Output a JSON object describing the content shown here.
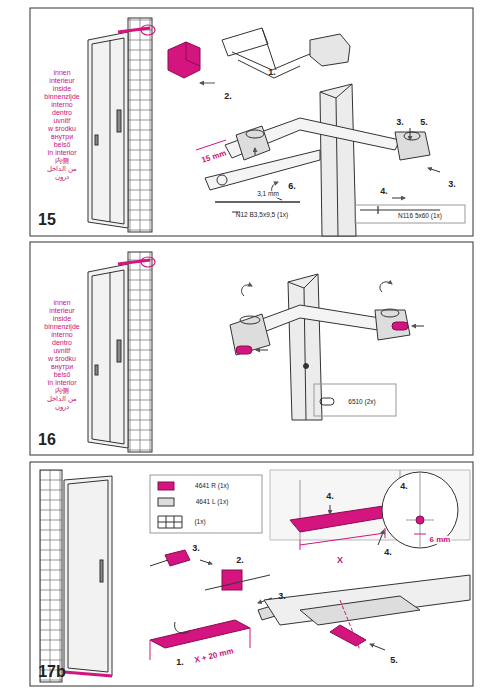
{
  "diagram": {
    "labels": [
      "innen",
      "interieur",
      "inside",
      "binnenzijde",
      "interno",
      "dentro",
      "uvnitř",
      "w środku",
      "внутри",
      "belső",
      "în interior",
      "内侧",
      "من الداخل",
      "درون",
      "15",
      "1.",
      "2.",
      "3.",
      "5.",
      "15 mm",
      "4.",
      "3.",
      "6.",
      "3,1 mm",
      "N12 B3,5x9,5 (1x)",
      "N116 5x60 (1x)",
      "innen",
      "interieur",
      "inside",
      "binnenzijde",
      "interno",
      "dentro",
      "uvnitř",
      "w środku",
      "внутри",
      "belső",
      "în interior",
      "内侧",
      "من الداخل",
      "درون",
      "16",
      "6510 (2x)",
      "17b",
      "4641 R (1x)",
      "4641 L (1x)",
      "(1x)",
      "3.",
      "2.",
      "3.",
      "1.",
      "X + 20 mm",
      "4.",
      "X",
      "4.",
      "4.",
      "6 mm",
      "5."
    ]
  }
}
